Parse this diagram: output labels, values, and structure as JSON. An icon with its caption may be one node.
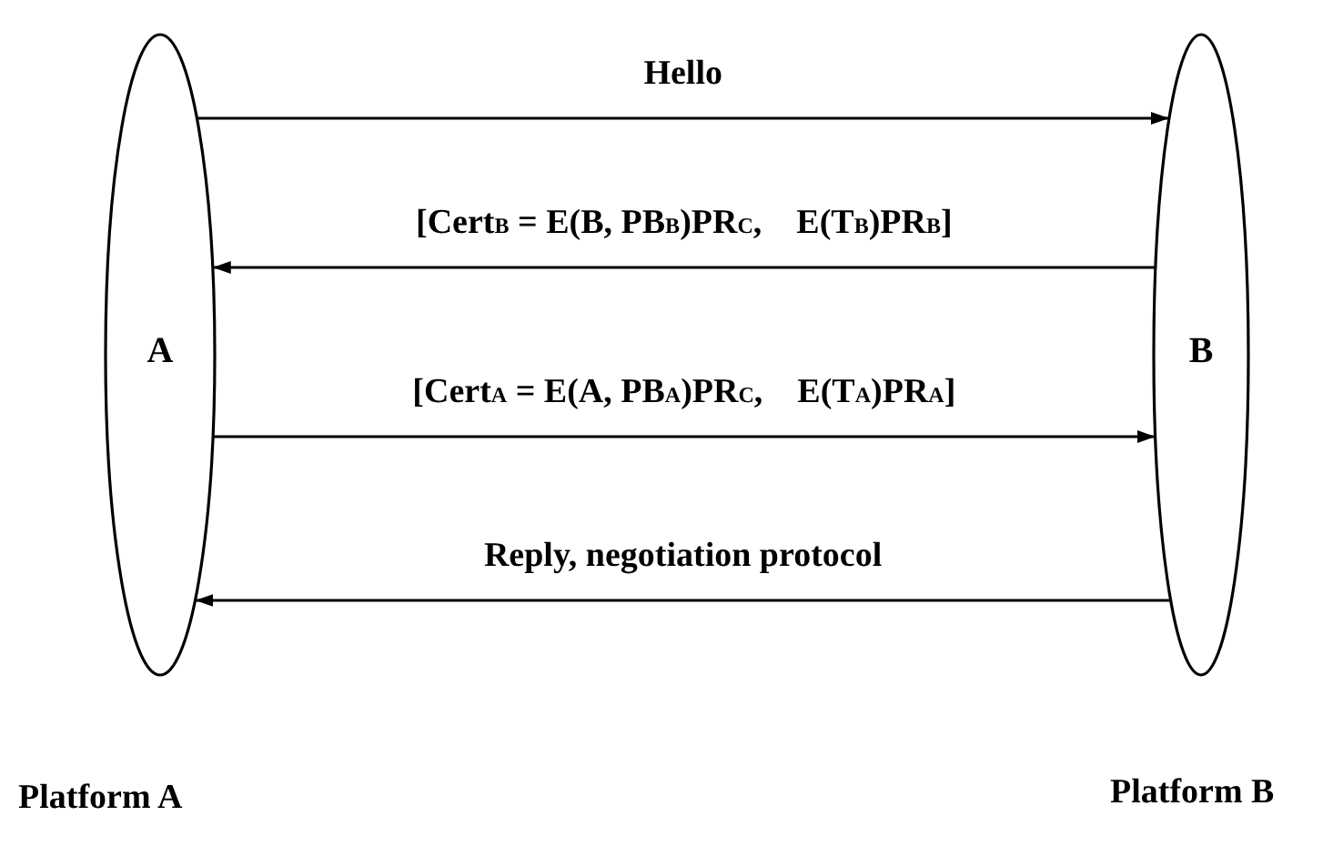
{
  "diagram": {
    "nodes": [
      {
        "text": [
          "A"
        ],
        "beside": [
          "Platform A"
        ]
      },
      {
        "text": [
          "B"
        ],
        "beside": [
          "Platform B"
        ]
      }
    ],
    "edges": [
      {
        "from": 0,
        "to": 1,
        "arrow": "to",
        "label": "Hello"
      },
      {
        "from": 1,
        "to": 0,
        "arrow": "to",
        "label": "[Cert$_{B}$ = E(B, PB$_{B}$)PR$_{C}$,    E(T$_{B}$)PR$_{B}$]"
      },
      {
        "from": 0,
        "to": 1,
        "arrow": "to",
        "label": "[Cert$_{A}$ = E(A, PB$_{A}$)PR$_{C}$,    E(T$_{A}$)PR$_{A}$]"
      },
      {
        "from": 1,
        "to": 0,
        "arrow": "to",
        "label": "Reply, negotiation protocol"
      }
    ]
  }
}
